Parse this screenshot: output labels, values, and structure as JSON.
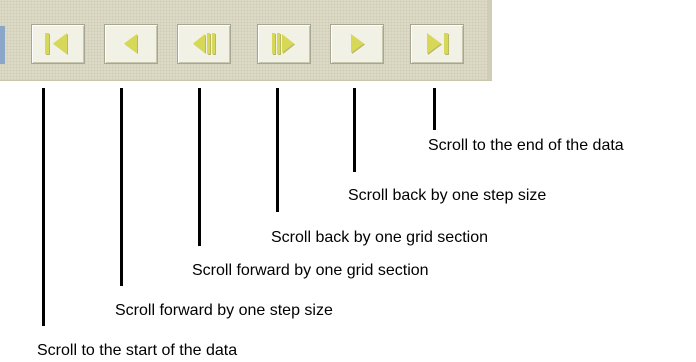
{
  "toolbar": {
    "buttons": [
      {
        "icon": "first-page-icon",
        "caption": "Scroll to the start of the data"
      },
      {
        "icon": "step-back-icon",
        "caption": "Scroll forward by one step size"
      },
      {
        "icon": "grid-back-icon",
        "caption": "Scroll forward by one grid section"
      },
      {
        "icon": "grid-forward-icon",
        "caption": "Scroll back by one grid section"
      },
      {
        "icon": "step-forward-icon",
        "caption": "Scroll back by one step size"
      },
      {
        "icon": "last-page-icon",
        "caption": "Scroll to the end of the data"
      }
    ]
  },
  "colors": {
    "toolbar_bg": "#dcdac6",
    "icon_fill": "#d8d858",
    "icon_shadow": "#b9b866",
    "callout": "#000000"
  }
}
